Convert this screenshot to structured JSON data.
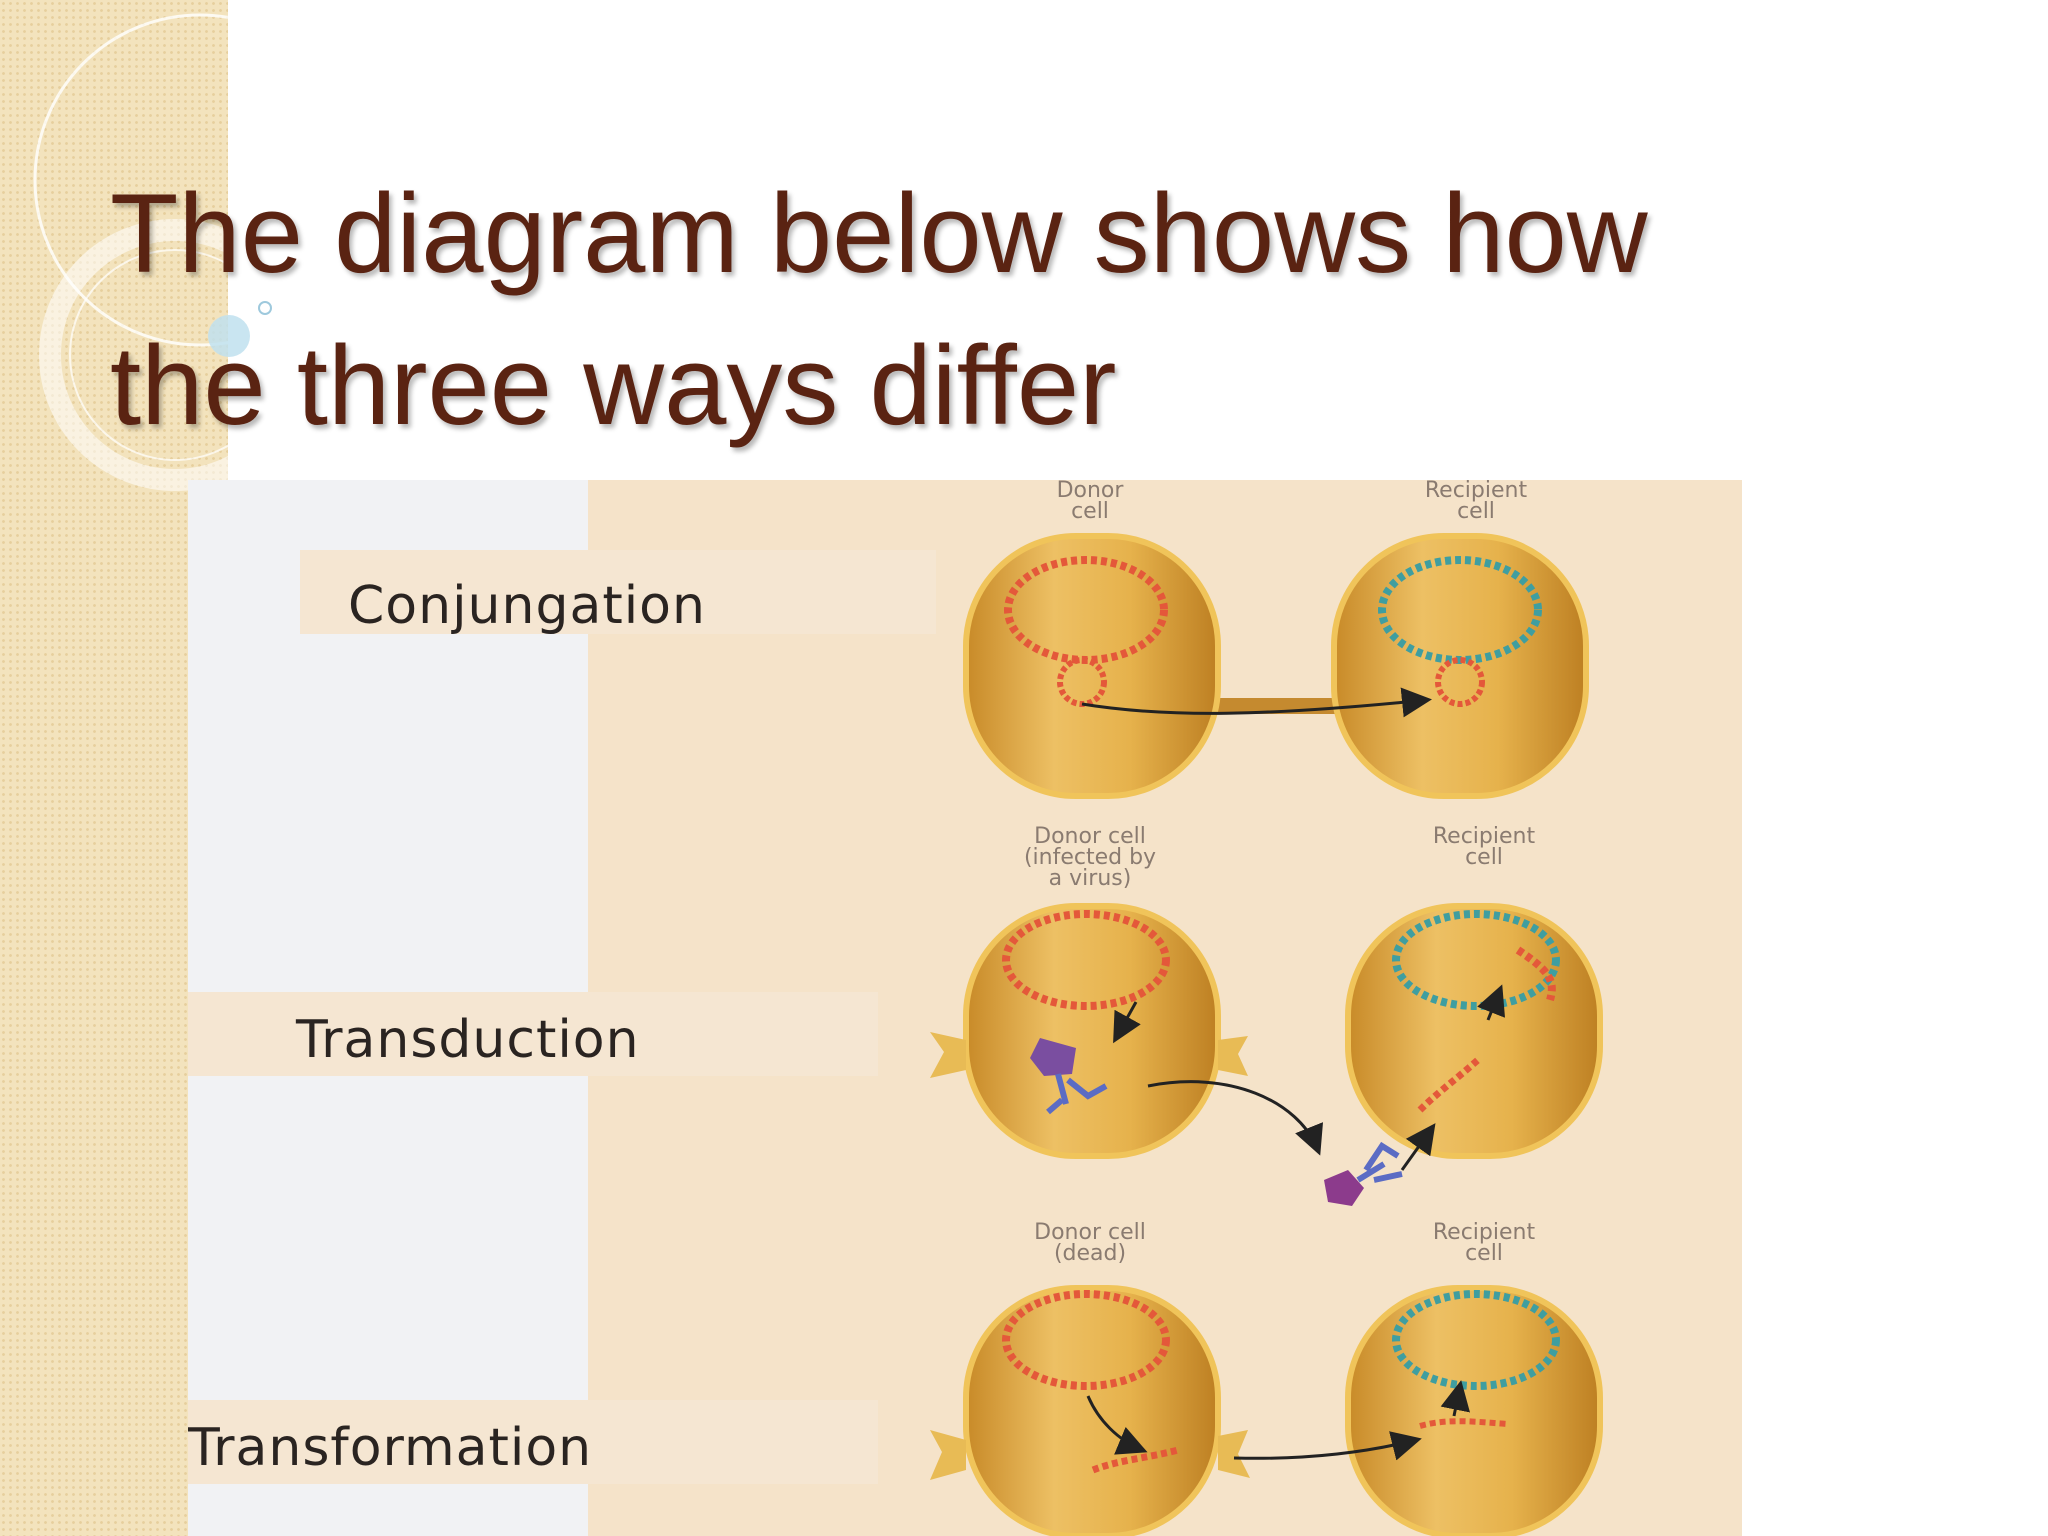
{
  "slide": {
    "title_line1": "The diagram below shows how",
    "title_line2": "the three ways differ"
  },
  "diagram": {
    "rows": [
      {
        "category": "Conjungation",
        "donor_label": "Donor\ncell",
        "recipient_label": "Recipient\ncell"
      },
      {
        "category": "Transduction",
        "donor_label": "Donor cell\n(infected by\na virus)",
        "recipient_label": "Recipient\ncell"
      },
      {
        "category": "Transformation",
        "donor_label": "Donor cell\n(dead)",
        "recipient_label": "Recipient\ncell"
      }
    ],
    "colors": {
      "cell_fill": "#e2a93a",
      "cell_border": "#f0c45a",
      "donor_dna": "#e4583a",
      "recipient_dna": "#3f9ea0",
      "virus": "#7a4ea0",
      "title": "#5a2312"
    }
  }
}
